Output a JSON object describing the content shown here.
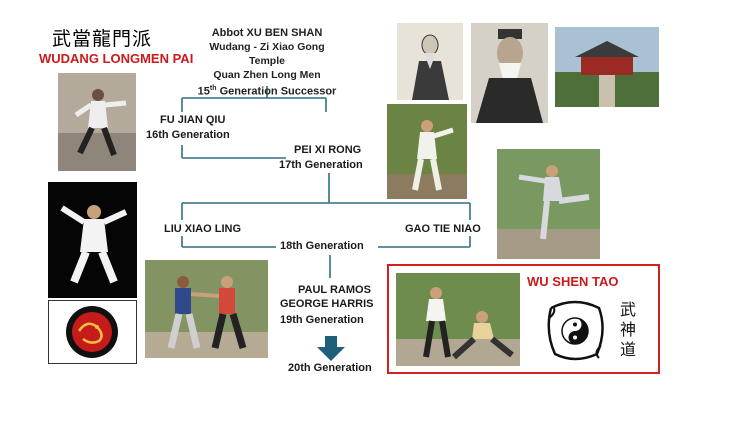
{
  "header": {
    "chinese_title": "武當龍門派",
    "school_name": "WUDANG LONGMEN PAI",
    "abbot_name": "Abbot XU BEN SHAN",
    "abbot_temple": "Wudang - Zi Xiao Gong Temple",
    "abbot_lineage": "Quan Zhen Long Men",
    "abbot_gen_num": "15",
    "abbot_gen_sup": "th",
    "abbot_gen_text": " Generation Successor"
  },
  "lineage": {
    "fu_jian_qiu": "FU JIAN QIU",
    "gen16": "16th Generation",
    "pei_xi_rong": "PEI XI RONG",
    "gen17": "17th Generation",
    "liu_xiao_ling": "LIU XIAO LING",
    "gao_tie_niao": "GAO TIE NIAO",
    "gen18": "18th Generation",
    "paul_ramos": "PAUL RAMOS",
    "george_harris": "GEORGE HARRIS",
    "gen19": "19th Generation",
    "gen20": "20th Generation"
  },
  "wu_shen_tao": {
    "title": "WU SHEN TAO",
    "chinese": [
      "武",
      "神",
      "道"
    ]
  },
  "colors": {
    "accent_red": "#cc1a1a",
    "line_teal": "#2e6f82",
    "arrow_teal": "#1f5f7a"
  }
}
